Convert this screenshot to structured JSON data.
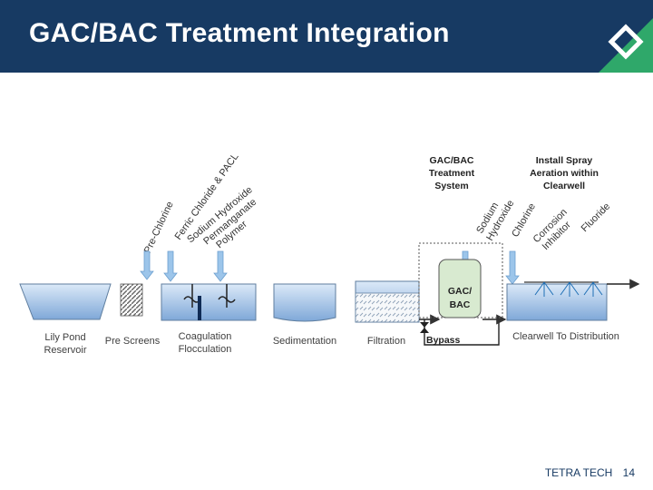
{
  "title": "GAC/BAC Treatment Integration",
  "colors": {
    "header": "#173a63",
    "accent": "#2fa86a",
    "water": "#a9c7ea",
    "arrow": "#9cc5ea"
  },
  "chemicals": {
    "pre_chlorine": "Pre-Chlorine",
    "ferric_chloride_pacl": "Ferric Chloride & PACL",
    "sodium_hydroxide": "Sodium Hydroxide",
    "permanganate": "Permanganate",
    "polymer": "Polymer",
    "post_sodium_hydroxide_line1": "Sodium",
    "post_sodium_hydroxide_line2": "Hydroxide",
    "post_chlorine": "Chlorine",
    "corrosion_inhibitor_line1": "Corrosion",
    "corrosion_inhibitor_line2": "Inhibitor",
    "fluoride": "Fluoride"
  },
  "callouts": {
    "gac_system": [
      "GAC/BAC",
      "Treatment",
      "System"
    ],
    "spray_aeration": [
      "Install Spray",
      "Aeration within",
      "Clearwell"
    ]
  },
  "units": {
    "reservoir": [
      "Lily Pond",
      "Reservoir"
    ],
    "prescreens": "Pre Screens",
    "coag": [
      "Coagulation",
      "Flocculation"
    ],
    "sedimentation": "Sedimentation",
    "filtration": "Filtration",
    "gac": [
      "GAC/",
      "BAC"
    ],
    "bypass": "Bypass",
    "clearwell": "Clearwell To Distribution"
  },
  "footer": {
    "company": "TETRA TECH",
    "page": "14"
  }
}
